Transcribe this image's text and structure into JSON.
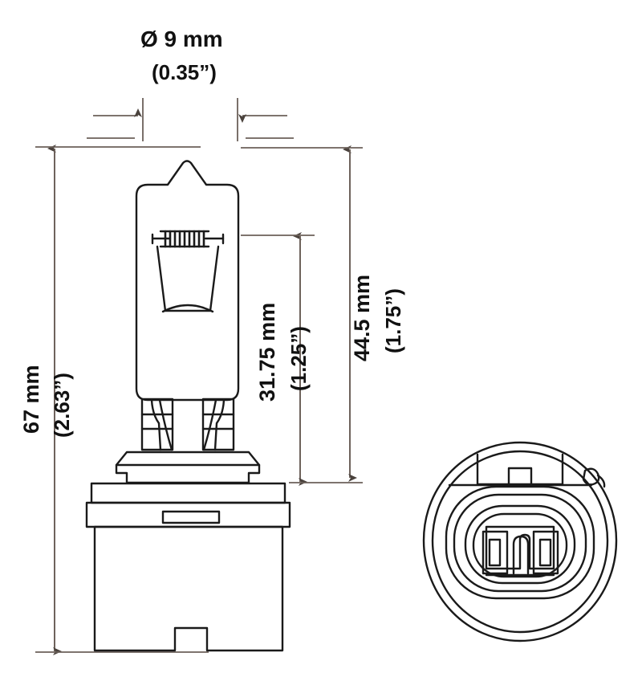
{
  "drawing": {
    "title": "Automotive halogen bulb technical dimension drawing",
    "line_color": "#1a1a1a",
    "dimension_line_color": "#6b6059",
    "background_color": "#ffffff"
  },
  "dimensions": {
    "diameter": {
      "metric": "Ø 9 mm",
      "imperial": "(0.35”)"
    },
    "overall_length": {
      "metric": "67 mm",
      "imperial": "(2.63”)"
    },
    "mid_length": {
      "metric": "31.75 mm",
      "imperial": "(1.25”)"
    },
    "upper_length": {
      "metric": "44.5 mm",
      "imperial": "(1.75”)"
    }
  },
  "views": {
    "side_view": "bulb-side-elevation",
    "end_view": "connector-base-end-view"
  }
}
